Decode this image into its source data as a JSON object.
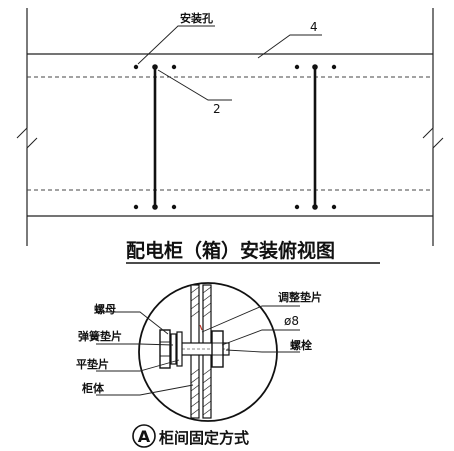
{
  "top_view": {
    "label_mount_hole": "安装孔",
    "label_4": "4",
    "label_2": "2",
    "title": "配电柜（箱）安装俯视图"
  },
  "detail": {
    "label_nut": "螺母",
    "label_spring_washer": "弹簧垫片",
    "label_flat_washer": "平垫片",
    "label_cabinet": "柜体",
    "label_adjust_shim": "调整垫片",
    "label_phi8": "ø8",
    "label_bolt": "螺栓",
    "circle_letter": "A",
    "title": "柜间固定方式"
  }
}
